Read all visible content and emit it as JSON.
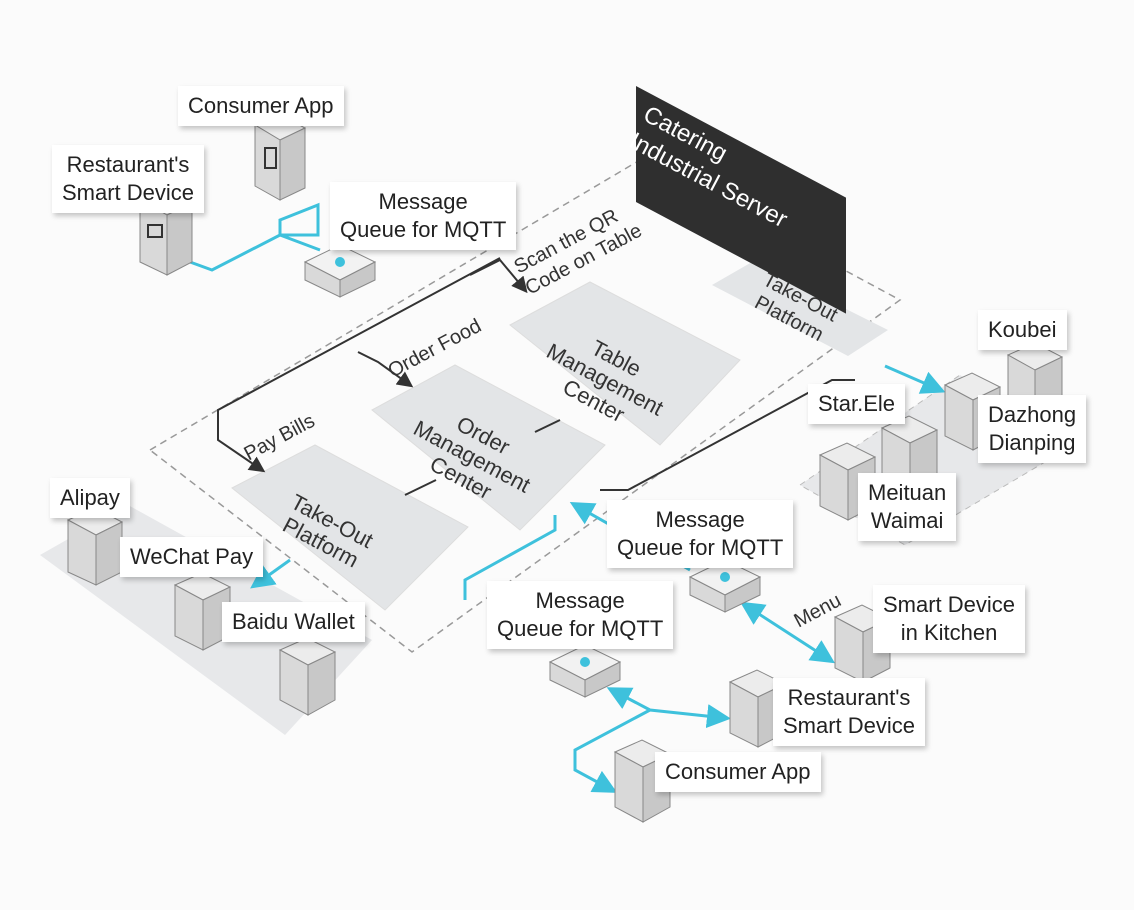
{
  "server": {
    "title": "Catering\nIndustrial Server"
  },
  "centers": {
    "table": "Table\nManagement\nCenter",
    "order": "Order\nManagement\nCenter",
    "takeout_inner": "Take-Out\nPlatform",
    "takeout_server": "Take-Out\nPlatform"
  },
  "flows": {
    "scan_qr": "Scan the QR\nCode on Table",
    "order_food": "Order Food",
    "pay_bills": "Pay Bills",
    "menu": "Menu"
  },
  "labels": {
    "consumer_app_top": "Consumer App",
    "restaurant_device_top": "Restaurant's\nSmart Device",
    "mqtt_top": "Message\nQueue for MQTT",
    "mqtt_right": "Message\nQueue for MQTT",
    "mqtt_bottom": "Message\nQueue for MQTT",
    "alipay": "Alipay",
    "wechat_pay": "WeChat Pay",
    "baidu_wallet": "Baidu Wallet",
    "koubei": "Koubei",
    "star_ele": "Star.Ele",
    "dazhong": "Dazhong\nDianping",
    "meituan": "Meituan\nWaimai",
    "kitchen_device": "Smart Device\nin Kitchen",
    "restaurant_device_bottom": "Restaurant's\nSmart Device",
    "consumer_app_bottom": "Consumer App"
  },
  "colors": {
    "accent": "#3ec1dc",
    "dark": "#2f2f2f",
    "platform": "#e4e6e8",
    "line": "#333333"
  }
}
